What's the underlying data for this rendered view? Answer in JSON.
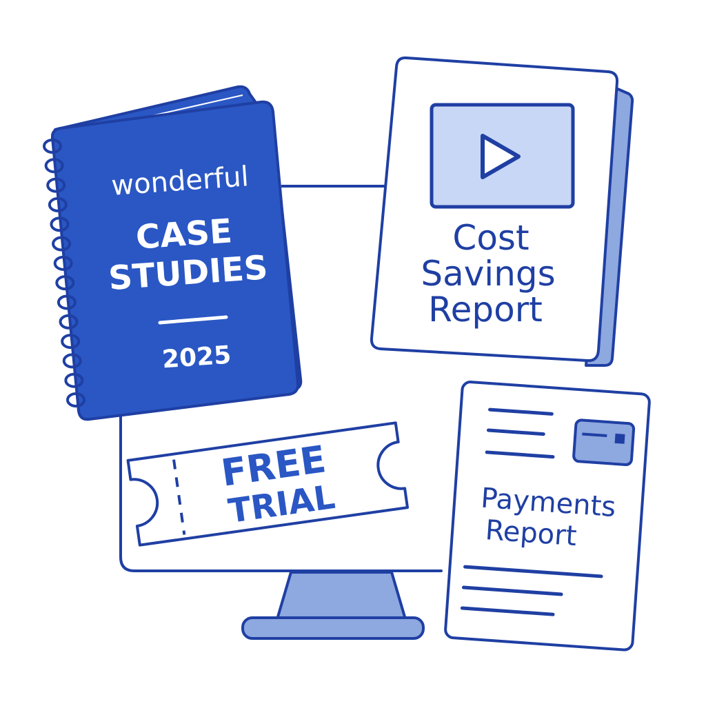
{
  "colors": {
    "primary": "#1f3fa3",
    "cover": "#2a57c4",
    "light": "#8ea8e0",
    "lighter": "#c8d7f6",
    "white": "#ffffff"
  },
  "casebook": {
    "brand": "wonderful",
    "title_line1": "CASE",
    "title_line2": "STUDIES",
    "year": "2025"
  },
  "cost_report": {
    "line1": "Cost",
    "line2": "Savings",
    "line3": "Report",
    "icon": "play-icon"
  },
  "ticket": {
    "line1": "FREE",
    "line2": "TRIAL"
  },
  "payments_report": {
    "line1": "Payments",
    "line2": "Report",
    "icon": "card-icon"
  }
}
